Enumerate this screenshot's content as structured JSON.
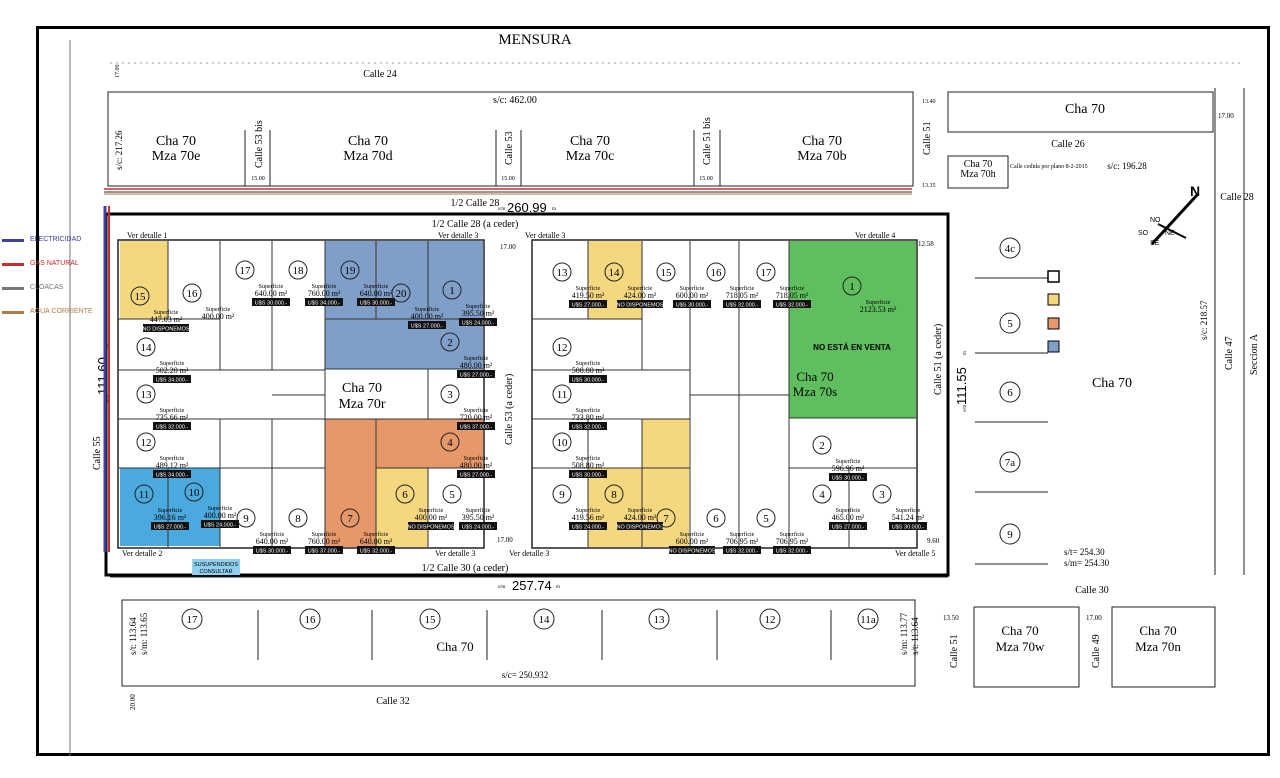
{
  "header": {
    "title": "MENSURA"
  },
  "legend": [
    {
      "label": "ELECTRICIDAD",
      "color": "#3f3fa8"
    },
    {
      "label": "GAS NATURAL",
      "color": "#cc2b2b"
    },
    {
      "label": "CLOACAS",
      "color": "#777777"
    },
    {
      "label": "AGUA CORRIENTE",
      "color": "#b07a47"
    }
  ],
  "colors": {
    "blue": "#7f9fc9",
    "yellow": "#f4d77e",
    "orange": "#e7986a",
    "cyan": "#4aa9dd",
    "green": "#5fbf5f"
  },
  "streets": {
    "calle24": "Calle 24",
    "calle32": "Calle 32",
    "calle26": "Calle 26",
    "calle28r": "Calle 28",
    "calle30r": "Calle 30",
    "half28": "1/2 Calle 28",
    "half28c": "1/2 Calle 28 (a ceder)",
    "half30c": "1/2 Calle 30 (a ceder)",
    "calle55": "Calle 55",
    "calle53c": "Calle 53 (a ceder)",
    "calle51c": "Calle 51 (a ceder)",
    "calle53": "Calle 53",
    "calle53bis": "Calle 53 bis",
    "calle51bis": "Calle 51 bis",
    "calle51": "Calle 51",
    "calle51b": "Calle 51",
    "calle49": "Calle 49",
    "calle47": "Calle 47",
    "seccionA": "Seccion A"
  },
  "measures": {
    "sc462": "s/c: 462.00",
    "sc21726": "s/c: 217.26",
    "sc19628": "s/c: 196.28",
    "sc21857": "s/c: 218.57",
    "sc250": "s/c= 250.932",
    "sm26099": "260.99",
    "sm25774": "257.74",
    "sm11160": "111.60",
    "sm11155": "111.55",
    "st25430": "s/t= 254.30",
    "sm25430": "s/m= 254.30",
    "st11364": "s/t: 113.64",
    "sm11365": "s/m: 113.65",
    "sm11377": "s/m: 113.77",
    "st11364b": "s/t: 113.64",
    "sm_prefix": "s/m",
    "m_suffix": "m",
    "cedida": "Calle cedida por plano 8-2-2015",
    "v1700": "17.00",
    "v1340": "13.40",
    "v1335": "13.35",
    "v1500": "15.00",
    "v1350": "13.50",
    "v2000": "20.00",
    "v1258": "12.58",
    "v960": "9.60"
  },
  "top_blocks": [
    {
      "line1": "Cha 70",
      "line2": "Mza 70e"
    },
    {
      "line1": "Cha 70",
      "line2": "Mza 70d"
    },
    {
      "line1": "Cha 70",
      "line2": "Mza 70c"
    },
    {
      "line1": "Cha 70",
      "line2": "Mza 70b"
    }
  ],
  "right_blocks": {
    "cha70_top": "Cha 70",
    "mza70h_1": "Cha 70",
    "mza70h_2": "Mza 70h",
    "cha70_big": "Cha 70",
    "w1": "Cha 70",
    "w2": "Mza 70w",
    "n1": "Cha 70",
    "n2": "Mza 70n",
    "bottom_cha": "Cha 70",
    "r_lots": [
      "4c",
      "5",
      "6",
      "7a",
      "9"
    ]
  },
  "bottom_lots": [
    "17",
    "16",
    "15",
    "14",
    "13",
    "12",
    "11a"
  ],
  "mza70r": {
    "line1": "Cha 70",
    "line2": "Mza 70r"
  },
  "mza70s": {
    "line1": "Cha 70",
    "line2": "Mza 70s",
    "note": "NO ESTÁ EN VENTA"
  },
  "details": {
    "d1": "Ver detalle 1",
    "d2": "Ver detalle 2",
    "d3a": "Ver detalle 3",
    "d3b": "Ver detalle 3",
    "d3c": "Ver detalle 3",
    "d3d": "Ver detalle 3",
    "d4": "Ver detalle 4",
    "d5": "Ver detalle 5"
  },
  "superficie": "Superficie",
  "suspended": {
    "line1": "SUSUPENDIDOS",
    "line2": "CONSULTAR"
  },
  "lots": [
    {
      "n": "15",
      "area": "447.03 m²",
      "price": "NO DISPONEMOS"
    },
    {
      "n": "16",
      "area": "400.00 m²",
      "price": ""
    },
    {
      "n": "17",
      "area": "640.00 m²",
      "price": "U$S 30.000.-"
    },
    {
      "n": "18",
      "area": "760.00 m²",
      "price": "U$S 34.000.-"
    },
    {
      "n": "19",
      "area": "640.00 m²",
      "price": "U$S 30.000.-"
    },
    {
      "n": "20",
      "area": "400.00 m²",
      "price": "U$S 27.000.-"
    },
    {
      "n": "1",
      "area": "395.50 m²",
      "price": "U$S 24.000.-"
    },
    {
      "n": "14",
      "area": "502.20 m²",
      "price": "U$S 34.000.-"
    },
    {
      "n": "2",
      "area": "480.00 m²",
      "price": "U$S 27.000.-"
    },
    {
      "n": "13",
      "area": "735.66 m²",
      "price": "U$S 32.000.-"
    },
    {
      "n": "3",
      "area": "720.00 m²",
      "price": "U$S 37.000.-"
    },
    {
      "n": "12",
      "area": "489.12 m²",
      "price": "U$S 34.000.-"
    },
    {
      "n": "4",
      "area": "480.00 m²",
      "price": "U$S 27.000.-"
    },
    {
      "n": "11",
      "area": "396.16 m²",
      "price": "U$S 27.000.-"
    },
    {
      "n": "10",
      "area": "400.00 m²",
      "price": "U$S 24.000.-"
    },
    {
      "n": "9",
      "area": "640.00 m²",
      "price": "U$S 30.000.-"
    },
    {
      "n": "8",
      "area": "760.00 m²",
      "price": "U$S 37.000.-"
    },
    {
      "n": "7",
      "area": "640.00 m²",
      "price": "U$S 32.000.-"
    },
    {
      "n": "6",
      "area": "400.00 m²",
      "price": "NO DISPONEMOS"
    },
    {
      "n": "5",
      "area": "395.50 m²",
      "price": "U$S 24.000.-"
    },
    {
      "n": "13",
      "area": "419.50 m²",
      "price": "U$S 27.000.-"
    },
    {
      "n": "14",
      "area": "424.00 m²",
      "price": "NO DISPONEMOS"
    },
    {
      "n": "15",
      "area": "600.00 m²",
      "price": "U$S 30.000.-"
    },
    {
      "n": "16",
      "area": "718.05 m²",
      "price": "U$S 32.000.-"
    },
    {
      "n": "17",
      "area": "718.05 m²",
      "price": "U$S 32.000.-"
    },
    {
      "n": "12",
      "area": "508.80 m²",
      "price": "U$S 30.000.-"
    },
    {
      "n": "11",
      "area": "733.80 m²",
      "price": "U$S 32.000.-"
    },
    {
      "n": "10",
      "area": "508.80 m²",
      "price": "U$S 30.000.-"
    },
    {
      "n": "9",
      "area": "419.56 m²",
      "price": "U$S 24.000.-"
    },
    {
      "n": "8",
      "area": "424.00 m²",
      "price": "NO DISPONEMOS"
    },
    {
      "n": "7",
      "area": "600.00 m²",
      "price": "NO DISPONEMOS"
    },
    {
      "n": "6",
      "area": "706.95 m²",
      "price": "U$S 32.000.-"
    },
    {
      "n": "5",
      "area": "706.95 m²",
      "price": "U$S 32.000.-"
    },
    {
      "n": "1",
      "area": "2123.53 m²",
      "price": ""
    },
    {
      "n": "2",
      "area": "596.96 m²",
      "price": "U$S 30.000.-"
    },
    {
      "n": "4",
      "area": "465.00 m²",
      "price": "U$S 27.000.-"
    },
    {
      "n": "3",
      "area": "541.24 m²",
      "price": "U$S 30.000.-"
    }
  ]
}
